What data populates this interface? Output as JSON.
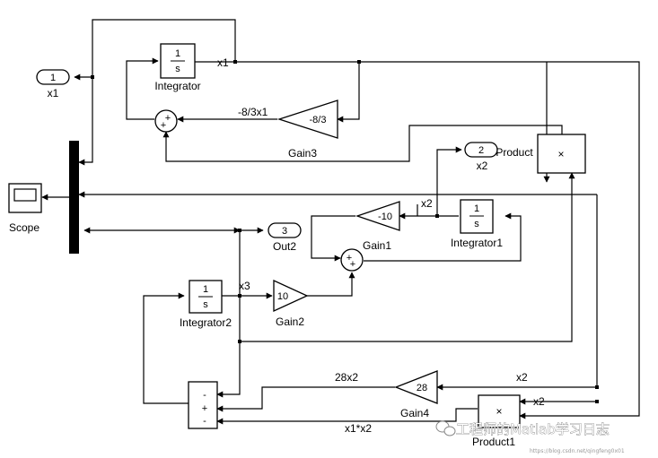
{
  "blocks": {
    "integrator": {
      "name": "Integrator",
      "num": "1",
      "den": "s"
    },
    "integrator1": {
      "name": "Integrator1",
      "num": "1",
      "den": "s"
    },
    "integrator2": {
      "name": "Integrator2",
      "num": "1",
      "den": "s"
    },
    "gain1": {
      "name": "Gain1",
      "value": "-10"
    },
    "gain2": {
      "name": "Gain2",
      "value": "10"
    },
    "gain3": {
      "name": "Gain3",
      "value": "-8/3"
    },
    "gain4": {
      "name": "Gain4",
      "value": "28"
    },
    "outport1": {
      "number": "1",
      "name": "x1"
    },
    "outport2": {
      "number": "2",
      "name": "x2"
    },
    "outport3": {
      "number": "3",
      "name": "Out2"
    },
    "scope": {
      "name": "Scope"
    },
    "product": {
      "name": "Product",
      "symbol": "×"
    },
    "product1": {
      "name": "Product1",
      "symbol": "×"
    },
    "sum1": {
      "signs": [
        "+",
        "+"
      ]
    },
    "sum2": {
      "signs": [
        "+",
        "+"
      ]
    },
    "sum3": {
      "signs": [
        "-",
        "+",
        "-"
      ]
    }
  },
  "signals": {
    "x1": "x1",
    "x2_top": "x2",
    "x3": "x3",
    "gain3_out": "-8/3x1",
    "gain4_out": "28x2",
    "x2_right": "x2",
    "x2_product1": "x2",
    "product1_out": "x1*x2"
  },
  "watermark": {
    "text": "工程师的Matlab学习日志",
    "url": "https://blog.csdn.net/qingfeng0x01"
  }
}
